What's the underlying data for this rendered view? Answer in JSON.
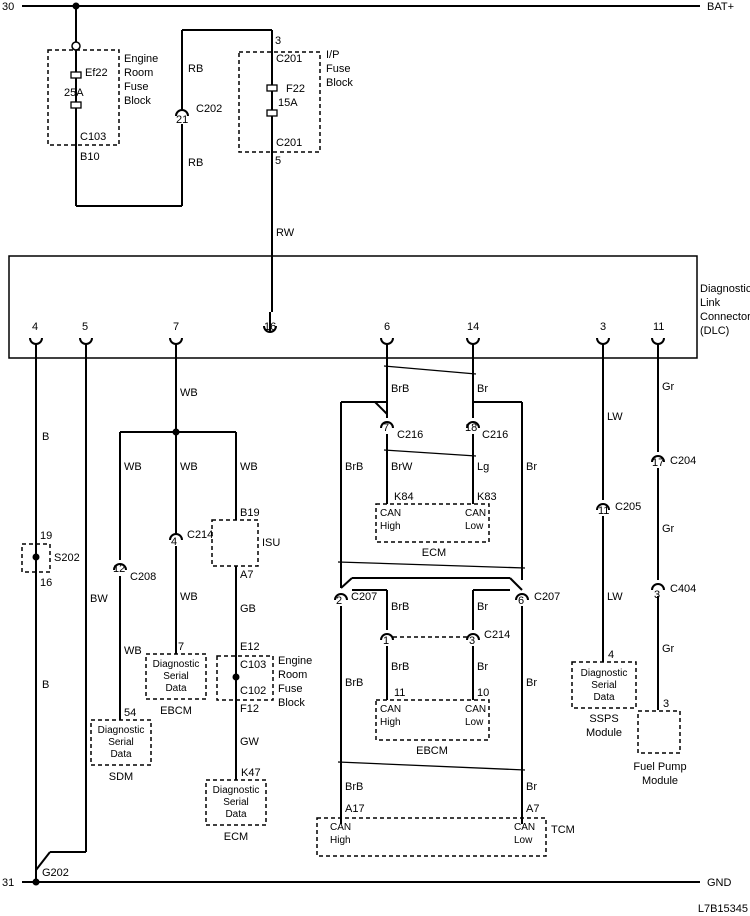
{
  "rails": {
    "bat_number": "30",
    "bat_label": "BAT+",
    "gnd_number": "31",
    "gnd_label": "GND"
  },
  "fuses": {
    "engine": {
      "name": "Ef22",
      "rating": "25A",
      "connector": "C103",
      "pin": "B10",
      "title": [
        "Engine",
        "Room",
        "Fuse",
        "Block"
      ]
    },
    "ip": {
      "pin_in": "3",
      "pin_out": "5",
      "connector": "C201",
      "name": "F22",
      "rating": "15A",
      "title": [
        "I/P",
        "Fuse",
        "Block"
      ]
    }
  },
  "dlc": {
    "title": [
      "Diagnostic",
      "Link",
      "Connector",
      "(DLC)"
    ],
    "pins": [
      "4",
      "5",
      "7",
      "16",
      "6",
      "14",
      "3",
      "11"
    ]
  },
  "wires": {
    "rb": "RB",
    "rw": "RW",
    "b": "B",
    "bw": "BW",
    "wb": "WB",
    "gb": "GB",
    "gw": "GW",
    "brb": "BrB",
    "br": "Br",
    "brw": "BrW",
    "lg": "Lg",
    "lw": "LW",
    "gr": "Gr"
  },
  "connectors": {
    "c202": "C202",
    "s202": "S202",
    "g202": "G202",
    "c208": "C208",
    "c214": "C214",
    "c103": "C103",
    "c102": "C102",
    "c216": "C216",
    "c207": "C207",
    "c205": "C205",
    "c204": "C204",
    "c404": "C404"
  },
  "pins": {
    "c202_pin": "21",
    "s202_top": "19",
    "s202_bottom": "16",
    "c208_pin": "12",
    "sdm_pin": "54",
    "c214_pin": "4",
    "ebcm_data_pin": "7",
    "isu_in": "B19",
    "isu_out": "A7",
    "c103_pin": "E12",
    "c102_pin": "F12",
    "ecm_data_pin": "K47",
    "c216_high": "7",
    "c216_low": "18",
    "ecm_high": "K84",
    "ecm_low": "K83",
    "c207_high": "2",
    "c207_low": "6",
    "c214_high": "1",
    "c214_low": "3",
    "ebcm_high": "11",
    "ebcm_low": "10",
    "tcm_high": "A17",
    "tcm_low": "A7",
    "c205_pin": "11",
    "ssps_pin": "4",
    "c204_pin": "17",
    "c404_pin": "3",
    "fuel_pump_pin": "3"
  },
  "labels": {
    "diag": [
      "Diagnostic",
      "Serial",
      "Data"
    ],
    "can": "CAN",
    "high": "High",
    "low": "Low"
  },
  "modules": {
    "sdm": "SDM",
    "ebcm": "EBCM",
    "isu": "ISU",
    "ecm": "ECM",
    "tcm": "TCM",
    "ssps": [
      "SSPS",
      "Module"
    ],
    "fuel_pump": [
      "Fuel Pump",
      "Module"
    ]
  },
  "figure_code": "L7B15345"
}
